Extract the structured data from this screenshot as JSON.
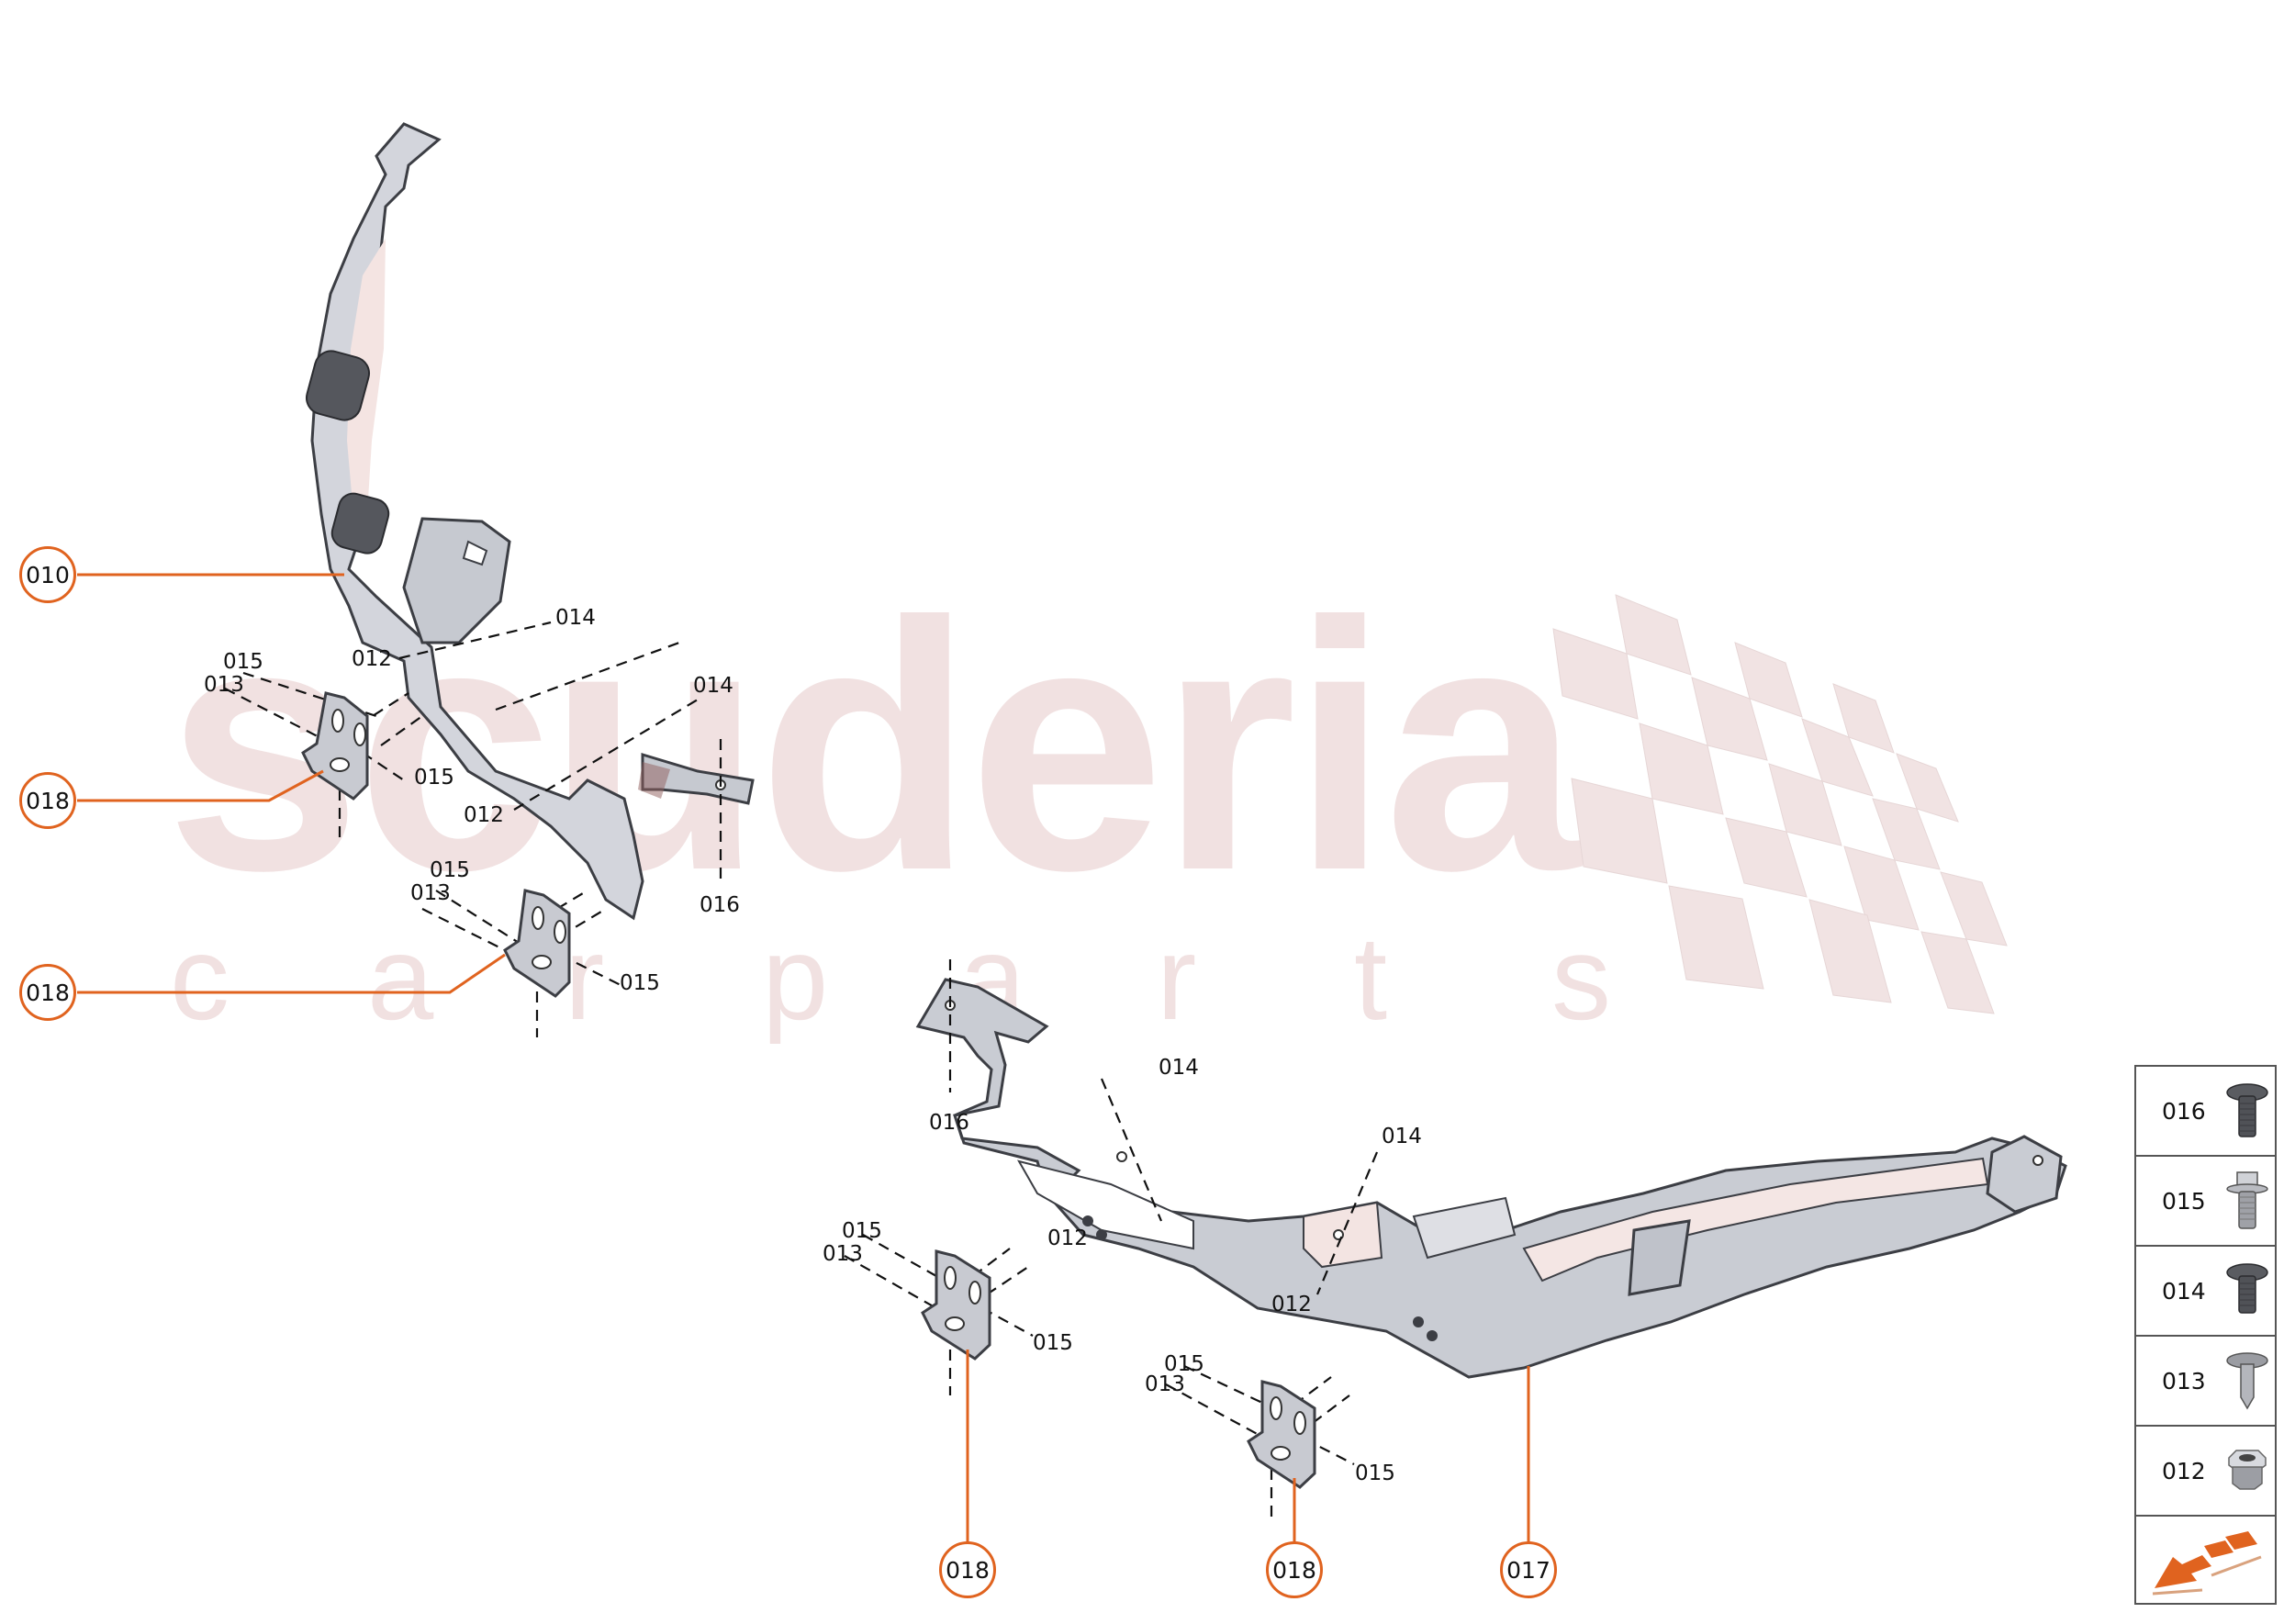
{
  "watermark": {
    "brand": "scuderia",
    "subtitle_letters": [
      "c",
      "a",
      "r",
      "p",
      "a",
      "r",
      "t",
      "s"
    ],
    "color": "#f1e1e1"
  },
  "colors": {
    "callout": "#e0631f",
    "part_gray": "#c8cbd3",
    "part_dark": "#4a4c52",
    "part_pink": "#f3e3e1",
    "leader_dash": "#111111"
  },
  "callouts": [
    {
      "id": "010",
      "label": "010"
    },
    {
      "id": "018a",
      "label": "018"
    },
    {
      "id": "018b",
      "label": "018"
    },
    {
      "id": "018c",
      "label": "018"
    },
    {
      "id": "018d",
      "label": "018"
    },
    {
      "id": "017",
      "label": "017"
    }
  ],
  "part_labels": {
    "upper_014a": "014",
    "upper_012a": "012",
    "upper_014b": "014",
    "upper_012b": "012",
    "upper_016": "016",
    "br1_015a": "015",
    "br1_013": "013",
    "br1_015b": "015",
    "br2_015a": "015",
    "br2_013": "013",
    "br2_015b": "015",
    "lower_016": "016",
    "lower_014a": "014",
    "lower_012a": "012",
    "lower_014b": "014",
    "lower_012b": "012",
    "br3_015a": "015",
    "br3_013": "013",
    "br3_015b": "015",
    "br4_015a": "015",
    "br4_013": "013",
    "br4_015b": "015"
  },
  "legend": {
    "items": [
      {
        "code": "016",
        "icon": "pan-head-screw-icon"
      },
      {
        "code": "015",
        "icon": "hex-flange-bolt-icon"
      },
      {
        "code": "014",
        "icon": "pan-head-screw-icon"
      },
      {
        "code": "013",
        "icon": "self-tapping-screw-icon"
      },
      {
        "code": "012",
        "icon": "flange-nut-icon"
      }
    ],
    "footer_icon": "orientation-arrow-icon"
  }
}
